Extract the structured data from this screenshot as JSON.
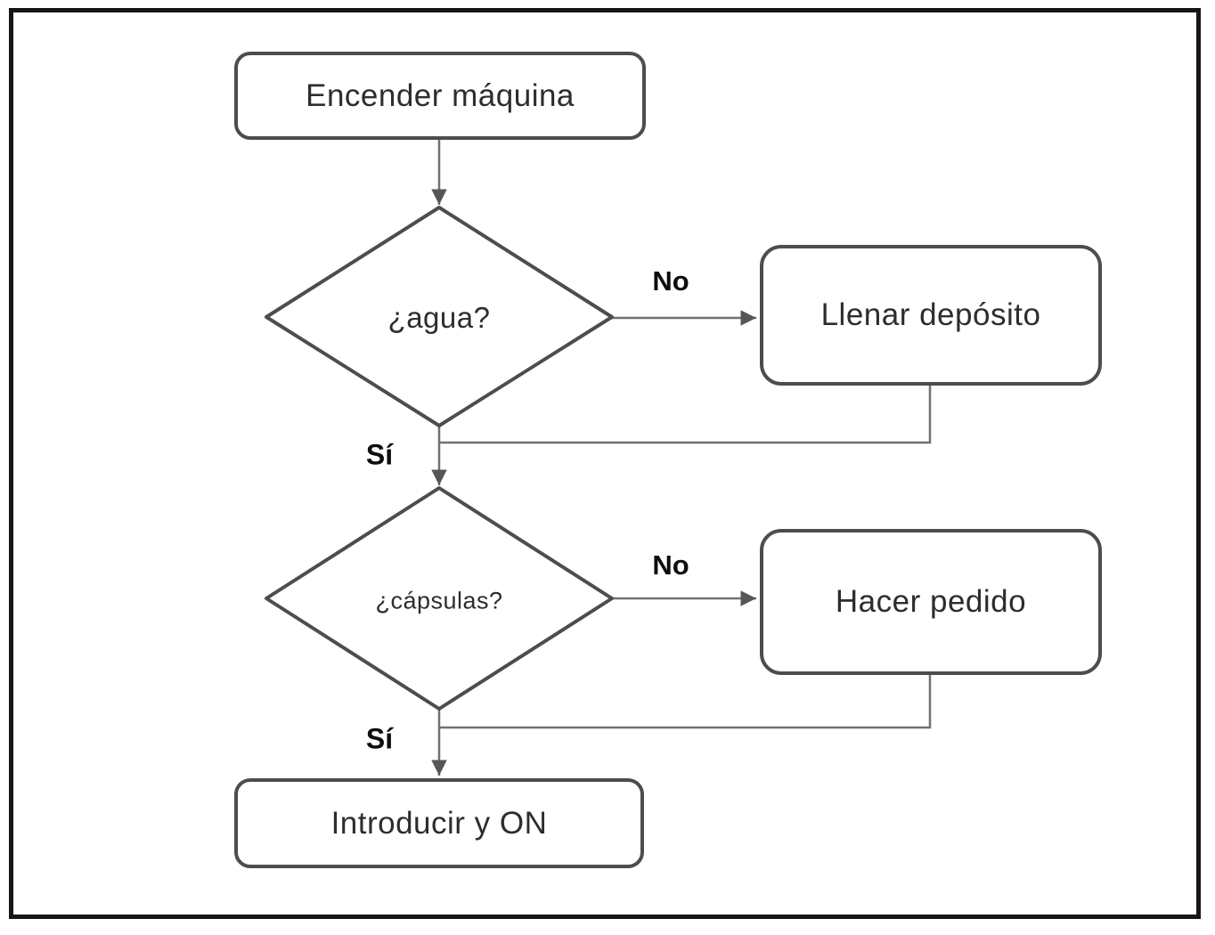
{
  "diagram": {
    "type": "flowchart",
    "language": "es",
    "nodes": {
      "start": {
        "label": "Encender máquina",
        "shape": "rounded-rectangle"
      },
      "decision_water": {
        "label": "¿agua?",
        "shape": "diamond"
      },
      "fill_tank": {
        "label": "Llenar depósito",
        "shape": "rounded-rectangle"
      },
      "decision_capsules": {
        "label": "¿cápsulas?",
        "shape": "diamond"
      },
      "place_order": {
        "label": "Hacer pedido",
        "shape": "rounded-rectangle"
      },
      "insert_on": {
        "label": "Introducir y ON",
        "shape": "rounded-rectangle"
      }
    },
    "edge_labels": {
      "water_no": "No",
      "water_yes": "Sí",
      "capsules_no": "No",
      "capsules_yes": "Sí"
    },
    "colors": {
      "node_border": "#4d4d4d",
      "connector": "#717171",
      "arrowhead": "#565656",
      "node_text": "#2d2d2d",
      "label_text": "#0d0d0d",
      "frame": "#161616",
      "background": "#ffffff"
    }
  }
}
